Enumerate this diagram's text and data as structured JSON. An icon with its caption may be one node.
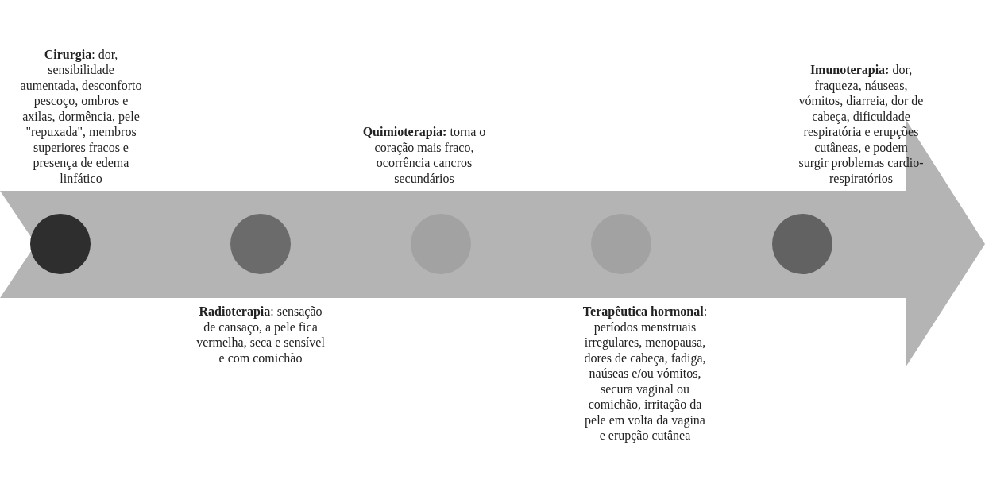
{
  "diagram": {
    "nodes": [
      {
        "text": [],
        "shape": "circle",
        "beside": [
          "**Cirurgia**: dor, sensibilidade aumentada, desconforto pescoço, ombros e axilas, dormência, pele \"repuxada\", membros superiores fracos e presença de edema linfático"
        ]
      },
      {
        "text": [],
        "shape": "circle",
        "beside": [
          "**Radioterapia**: sensação de cansaço, a pele fica vermelha, seca e sensível e com comichão"
        ]
      },
      {
        "text": [],
        "shape": "circle",
        "beside": [
          "**Quimioterapia:** torna o coração mais fraco, ocorrência cancros secundários"
        ]
      },
      {
        "text": [],
        "shape": "circle",
        "beside": [
          "**Terapêutica hormonal**: períodos menstruais irregulares, menopausa, dores de cabeça, fadiga, naúseas e/ou vómitos, secura vaginal ou comichão, irritação da pele em volta da vagina e erupção cutânea"
        ]
      },
      {
        "text": [],
        "shape": "circle",
        "beside": [
          "**Imunoterapia:** dor, fraqueza, náuseas, vómitos, diarreia, dor de cabeça, dificuldade respiratória e erupções cutâneas, e podem surgir problemas cardio-respiratórios"
        ]
      }
    ]
  }
}
